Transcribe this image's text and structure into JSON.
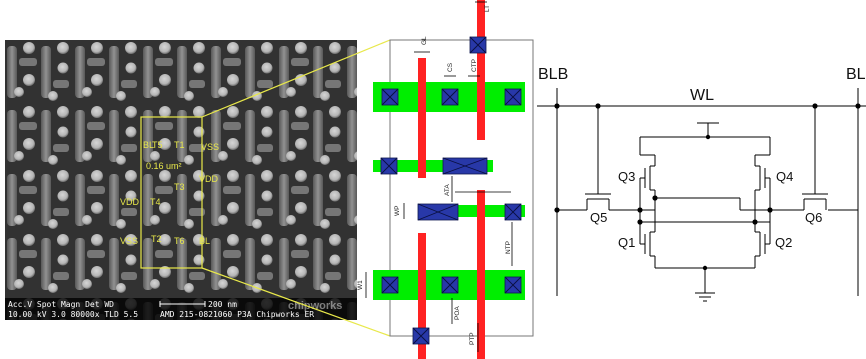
{
  "sem": {
    "cell_labels": {
      "bl": "BL",
      "t5": "T5",
      "t1": "T1",
      "vss_top": "VSS",
      "dimension": "0.16 um²",
      "t3": "T3",
      "vdd_right": "VDD",
      "vdd_left": "VDD",
      "t4": "T4",
      "vss_bottom": "VSS",
      "t2": "T2",
      "t6": "T6",
      "blb": "BL"
    },
    "caption": {
      "header": "Acc.V   Spot  Magn    Det  WD",
      "values": "10.00 kV  3.0   80000x  TLD  5.5",
      "scale_bar": "200 nm",
      "sample": "AMD 215-0821060 P3A Chipworks ER",
      "watermark": "chipworks"
    }
  },
  "layout": {
    "dimensions": {
      "lt": "LT",
      "gl": "GL",
      "cs": "CS",
      "ctp": "CTP",
      "ata": "ATA",
      "wp": "WP",
      "ntp": "NTP",
      "w1": "W1",
      "poa": "POA",
      "ptp": "PTP"
    }
  },
  "circuit": {
    "blb": "BLB",
    "wl": "WL",
    "bl": "BL",
    "q1": "Q1",
    "q2": "Q2",
    "q3": "Q3",
    "q4": "Q4",
    "q5": "Q5",
    "q6": "Q6"
  }
}
